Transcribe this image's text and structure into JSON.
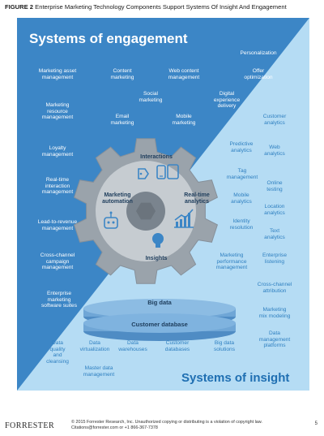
{
  "figure": {
    "label": "FIGURE 2",
    "caption": "Enterprise Marketing Technology Components Support Systems Of Insight And Engagement"
  },
  "panel_titles": {
    "engagement": "Systems of engagement",
    "insight": "Systems of insight"
  },
  "engagement_items": [
    "Marketing asset\nmanagement",
    "Content\nmarketing",
    "Web content\nmanagement",
    "Personalization",
    "Offer\noptimization",
    "Social\nmarketing",
    "Digital\nexperience\ndelivery",
    "Marketing\nresource\nmanagement",
    "Email\nmarketing",
    "Mobile\nmarketing",
    "Loyalty\nmanagement",
    "Real-time\ninteraction\nmanagement",
    "Lead-to-revenue\nmanagement",
    "Cross-channel\ncampaign\nmanagement",
    "Enterprise\nmarketing\nsoftware suites"
  ],
  "insight_items": [
    "Customer\nanalytics",
    "Predictive\nanalytics",
    "Web\nanalytics",
    "Tag\nmanagement",
    "Online\ntesting",
    "Mobile\nanalytics",
    "Location\nanalytics",
    "Identity\nresolution",
    "Text\nanalytics",
    "Marketing\nperformance\nmanagement",
    "Enterprise\nlistening",
    "Cross-channel\nattribution",
    "Marketing\nmix modeling",
    "Data\nmanagement\nplatforms",
    "Data\nquality\nand\ncleansing",
    "Data\nvirtualization",
    "Data\nwarehouses",
    "Customer\ndatabases",
    "Big data\nsolutions",
    "Master data\nmanagement"
  ],
  "gear": {
    "top": "Interactions",
    "left": "Marketing\nautomation",
    "right": "Real-time\nanalytics",
    "bottom": "Insights"
  },
  "data_layers": {
    "upper": "Big data",
    "lower": "Customer database"
  },
  "footer": {
    "logo": "FORRESTER",
    "copyright": "© 2015 Forrester Research, Inc. Unauthorized copying or distributing is a violation of copyright law.\nCitations@forrester.com or +1 866-367-7378",
    "page": "5"
  },
  "colors": {
    "engagement_blue": "#3c86c6",
    "insight_blue": "#b5dcf4",
    "gear_gray": "#9aa3ab",
    "gear_inner": "#c6ccd1",
    "disk_blue": "#6fa6d6"
  }
}
